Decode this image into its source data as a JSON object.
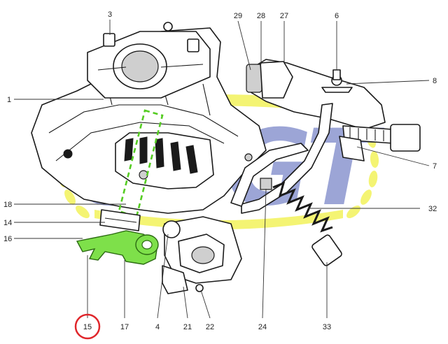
{
  "diagram": {
    "watermark_text": "GSGT",
    "colors": {
      "highlight": "#7ee04a",
      "highlight_dash": "#55cc22",
      "watermark_blue": "#2b3fa8",
      "watermark_yellow": "#f2f25a",
      "selected_ring": "#e0262b"
    },
    "selected_part": "15",
    "callouts": [
      {
        "id": "3",
        "label": "3"
      },
      {
        "id": "29",
        "label": "29"
      },
      {
        "id": "28",
        "label": "28"
      },
      {
        "id": "27",
        "label": "27"
      },
      {
        "id": "6",
        "label": "6"
      },
      {
        "id": "8",
        "label": "8"
      },
      {
        "id": "1",
        "label": "1"
      },
      {
        "id": "7",
        "label": "7"
      },
      {
        "id": "18",
        "label": "18"
      },
      {
        "id": "32",
        "label": "32"
      },
      {
        "id": "14",
        "label": "14"
      },
      {
        "id": "16",
        "label": "16"
      },
      {
        "id": "15",
        "label": "15"
      },
      {
        "id": "17",
        "label": "17"
      },
      {
        "id": "4",
        "label": "4"
      },
      {
        "id": "21",
        "label": "21"
      },
      {
        "id": "22",
        "label": "22"
      },
      {
        "id": "24",
        "label": "24"
      },
      {
        "id": "33",
        "label": "33"
      }
    ]
  }
}
